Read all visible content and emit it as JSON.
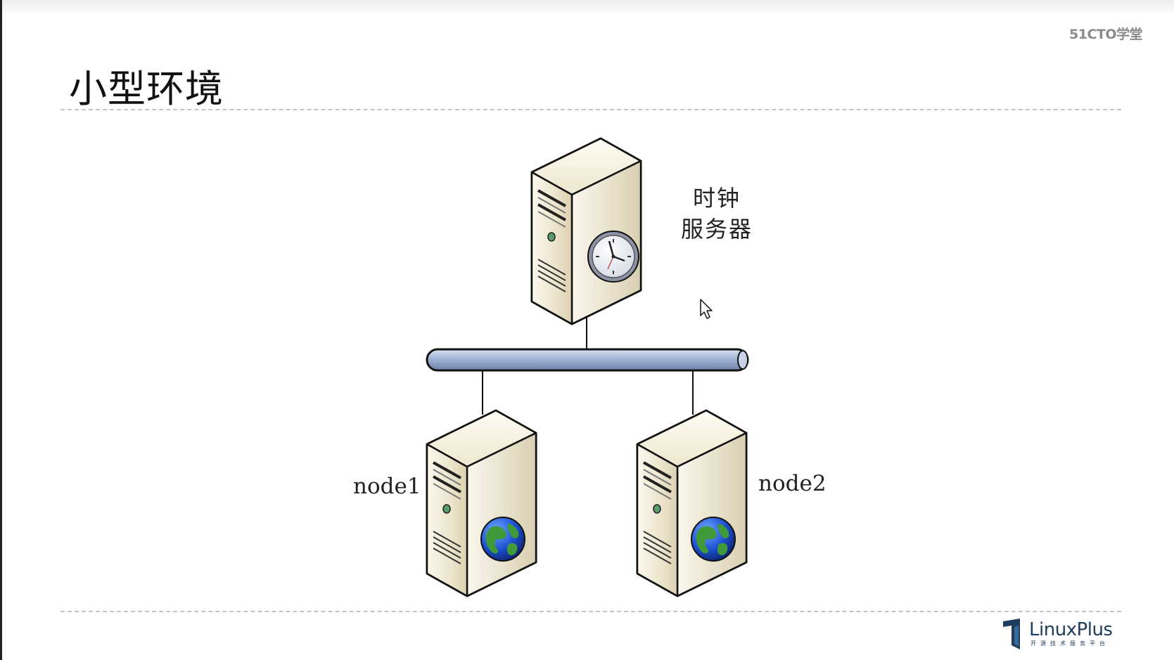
{
  "slide": {
    "title": "小型环境",
    "watermark": "51CTO学堂"
  },
  "diagram": {
    "clock_server_label_line1": "时钟",
    "clock_server_label_line2": "服务器",
    "node1_label": "node1",
    "node2_label": "node2"
  },
  "brand": {
    "name": "LinuxPlus",
    "tagline": "开源技术服务平台"
  },
  "icons": [
    "server-icon",
    "clock-icon",
    "globe-icon",
    "network-bus",
    "mouse-cursor-icon",
    "linuxplus-logo-icon"
  ]
}
